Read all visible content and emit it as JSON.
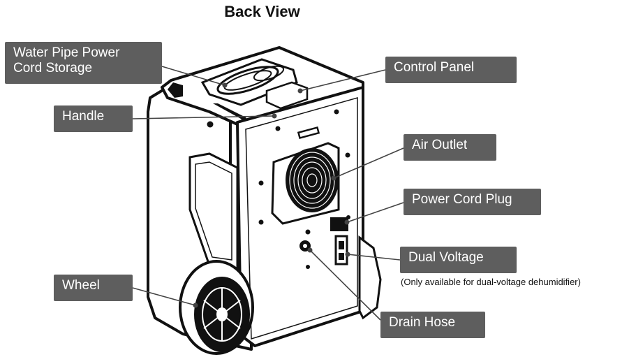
{
  "title": "Back View",
  "colors": {
    "callout_bg": "#5e5e5e",
    "callout_text": "#ffffff",
    "outline": "#111111"
  },
  "labels": {
    "water_pipe_line1": "Water Pipe Power",
    "water_pipe_line2": "Cord Storage",
    "control_panel": "Control Panel",
    "handle": "Handle",
    "air_outlet": "Air Outlet",
    "power_cord_plug": "Power Cord Plug",
    "dual_voltage": "Dual Voltage",
    "dual_voltage_note": "(Only available for dual-voltage dehumidifier)",
    "wheel": "Wheel",
    "drain_hose": "Drain Hose"
  }
}
